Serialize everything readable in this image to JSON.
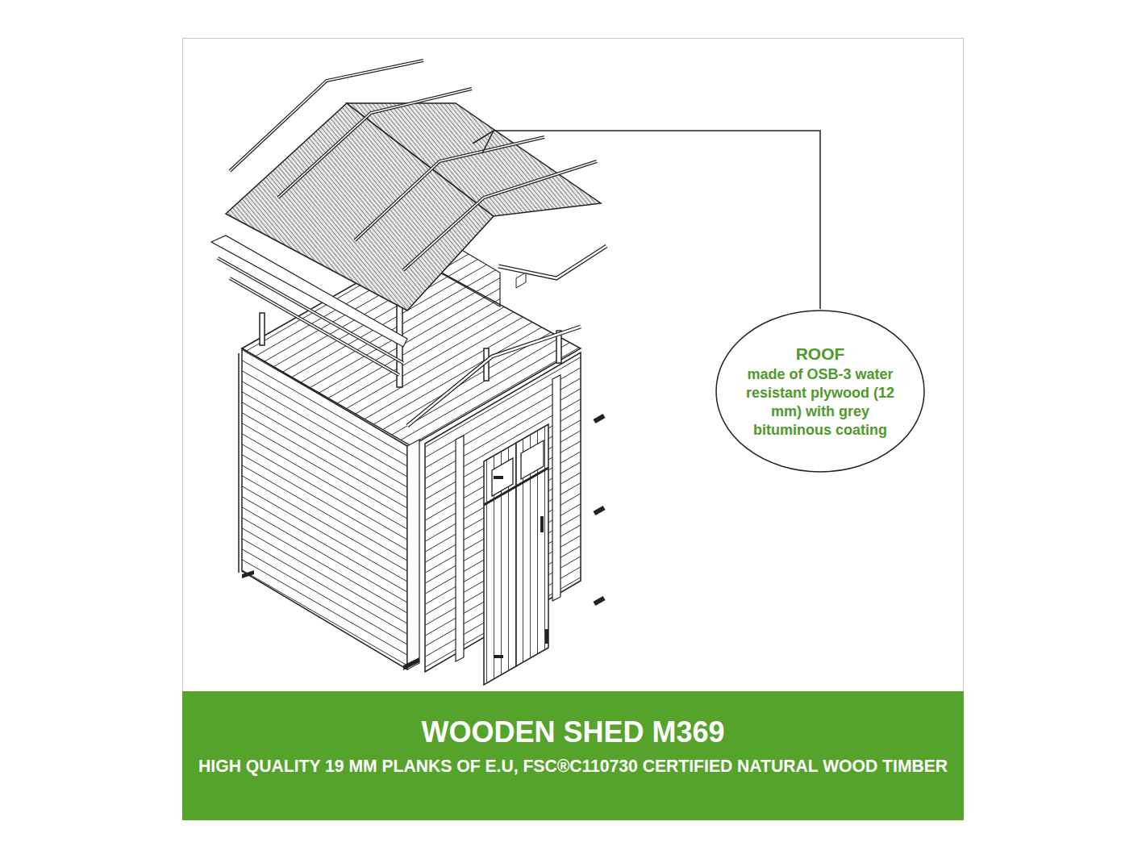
{
  "diagram": {
    "nodes": [
      {
        "text": [
          "ROOF",
          "made of OSB-3 water resistant plywood (12 mm) with grey bituminous coating"
        ]
      },
      {
        "text": [
          "WOODEN SHED M369",
          "HIGH QUALITY 19 MM PLANKS OF E.U, FSC®C110730 CERTIFIED NATURAL WOOD TIMBER"
        ]
      }
    ]
  }
}
